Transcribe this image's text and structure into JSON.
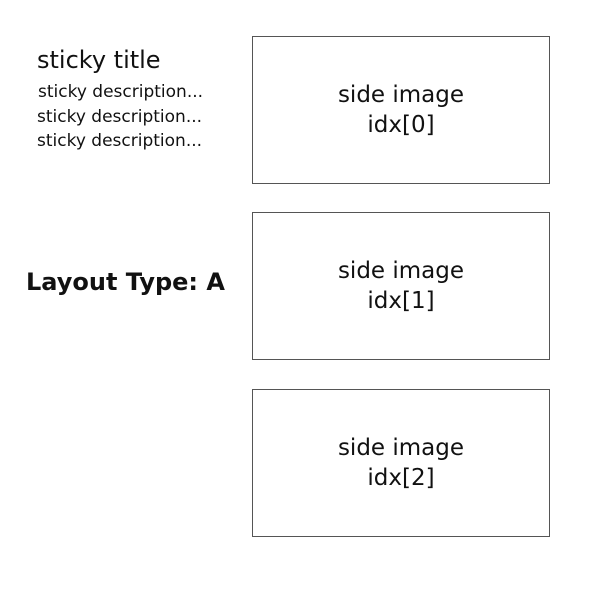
{
  "sticky": {
    "title": "sticky title",
    "descriptions": [
      "sticky description...",
      "sticky description...",
      "sticky description..."
    ]
  },
  "layout_label": "Layout Type: A",
  "side_images": [
    {
      "line1": "side image",
      "line2": "idx[0]"
    },
    {
      "line1": "side image",
      "line2": "idx[1]"
    },
    {
      "line1": "side image",
      "line2": "idx[2]"
    }
  ]
}
